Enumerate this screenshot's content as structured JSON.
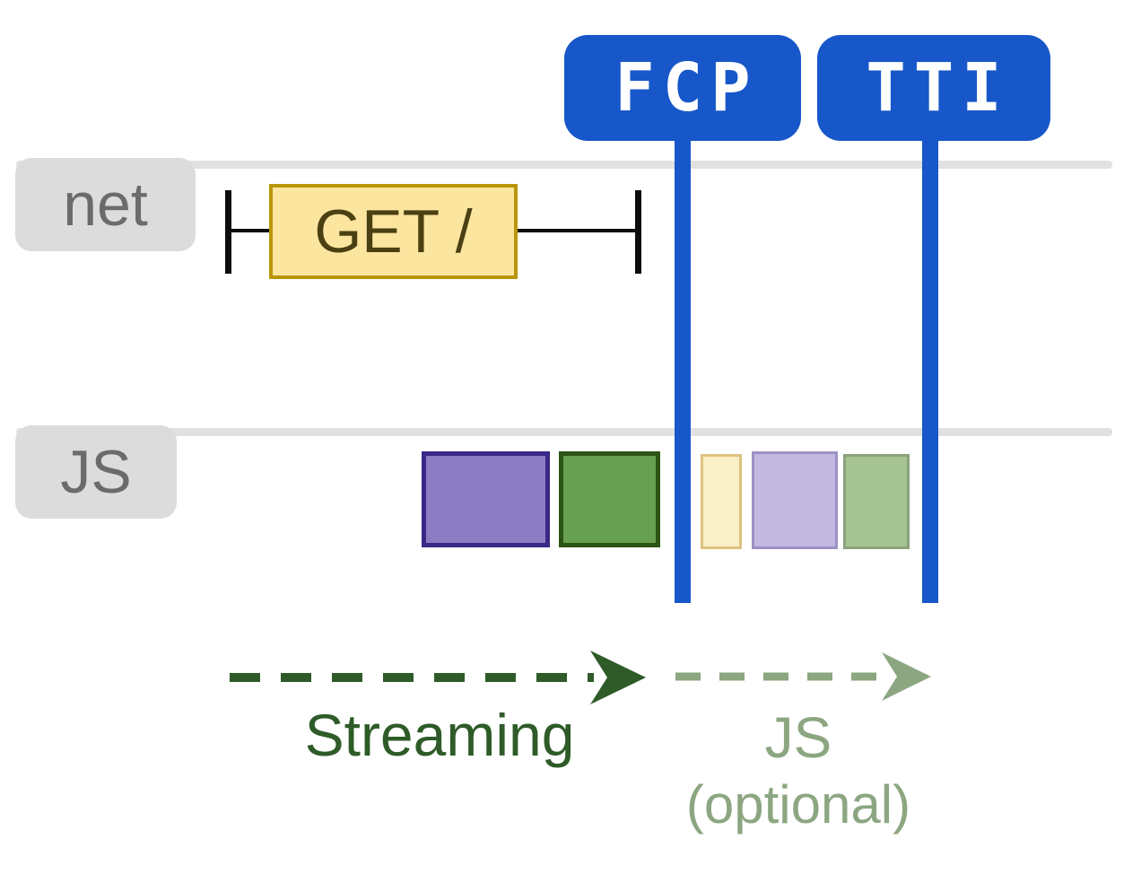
{
  "markers": {
    "fcp": {
      "label": "FCP",
      "color": "#1757c9"
    },
    "tti": {
      "label": "TTI",
      "color": "#1757c9"
    }
  },
  "lanes": {
    "net": {
      "label": "net"
    },
    "js": {
      "label": "JS"
    }
  },
  "network_request": {
    "label": "GET /",
    "fill": "#fce59f",
    "border": "#b9960b"
  },
  "js_tasks": {
    "before_fcp": [
      {
        "name": "task-purple",
        "fill": "#8a7dc4",
        "border": "#3b2786"
      },
      {
        "name": "task-green",
        "fill": "#66a050",
        "border": "#2c5415"
      }
    ],
    "after_fcp_optional": [
      {
        "name": "task-yellow-faded",
        "fill": "#faf0c8",
        "border": "#dec27f"
      },
      {
        "name": "task-purple-faded",
        "fill": "#c3b8e0",
        "border": "#9d91c6"
      },
      {
        "name": "task-green-faded",
        "fill": "#a5c491",
        "border": "#8ba37c"
      }
    ]
  },
  "annotations": {
    "streaming": {
      "label": "Streaming",
      "color": "#2e5b28"
    },
    "js_optional": {
      "label": "JS",
      "sublabel": "(optional)",
      "color": "#8ca681"
    }
  },
  "colors": {
    "marker_blue": "#1757c9",
    "lane_rail_gray": "#e1e1e1",
    "lane_label_gray": "#dcdcdc",
    "ibeam_black": "#0d0d0d"
  }
}
